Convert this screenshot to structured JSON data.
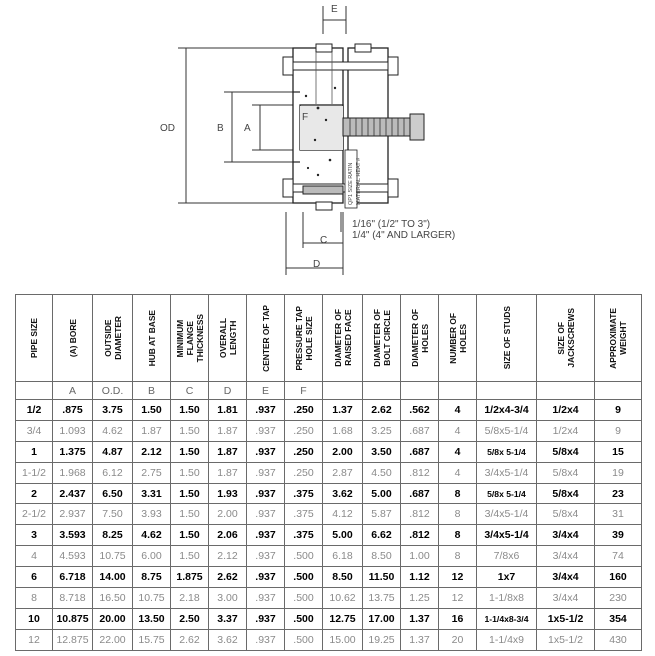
{
  "drawing": {
    "labels": {
      "e": "E",
      "od": "OD",
      "b": "B",
      "a": "A",
      "f": "F",
      "c": "C",
      "d": "D",
      "plate_text_1": "QP1 SIZE RATIN",
      "plate_text_2": "MATERIAL HEAT #",
      "note_line_1": "1/16\" (1/2\" TO 3\")",
      "note_line_2": "1/4\" (4\" AND LARGER)"
    }
  },
  "table": {
    "headers": [
      [
        "PIPE SIZE"
      ],
      [
        "(A) BORE"
      ],
      [
        "OUTSIDE",
        "DIAMETER"
      ],
      [
        "HUB AT BASE"
      ],
      [
        "MINIMUM",
        "FLANGE",
        "THICKNESS"
      ],
      [
        "OVERALL",
        "LENGTH"
      ],
      [
        "CENTER OF TAP"
      ],
      [
        "PRESSURE TAP",
        "HOLE SIZE"
      ],
      [
        "DIAMETER OF",
        "RAISED FACE"
      ],
      [
        "DIAMETER OF",
        "BOLT CIRCLE"
      ],
      [
        "DIAMETER OF",
        "HOLES"
      ],
      [
        "NUMBER OF",
        "HOLES"
      ],
      [
        "SIZE OF STUDS"
      ],
      [
        "SIZE OF",
        "JACKSCREWS"
      ],
      [
        "APPROXIMATE",
        "WEIGHT"
      ]
    ],
    "letters": [
      "",
      "A",
      "O.D.",
      "B",
      "C",
      "D",
      "E",
      "F",
      "",
      "",
      "",
      "",
      "",
      "",
      ""
    ],
    "rows": [
      [
        "1/2",
        ".875",
        "3.75",
        "1.50",
        "1.50",
        "1.81",
        ".937",
        ".250",
        "1.37",
        "2.62",
        ".562",
        "4",
        "1/2x4-3/4",
        "1/2x4",
        "9"
      ],
      [
        "3/4",
        "1.093",
        "4.62",
        "1.87",
        "1.50",
        "1.87",
        ".937",
        ".250",
        "1.68",
        "3.25",
        ".687",
        "4",
        "5/8x5-1/4",
        "1/2x4",
        "9"
      ],
      [
        "1",
        "1.375",
        "4.87",
        "2.12",
        "1.50",
        "1.87",
        ".937",
        ".250",
        "2.00",
        "3.50",
        ".687",
        "4",
        "5/8x 5-1/4",
        "5/8x4",
        "15"
      ],
      [
        "1-1/2",
        "1.968",
        "6.12",
        "2.75",
        "1.50",
        "1.87",
        ".937",
        ".250",
        "2.87",
        "4.50",
        ".812",
        "4",
        "3/4x5-1/4",
        "5/8x4",
        "19"
      ],
      [
        "2",
        "2.437",
        "6.50",
        "3.31",
        "1.50",
        "1.93",
        ".937",
        ".375",
        "3.62",
        "5.00",
        ".687",
        "8",
        "5/8x 5-1/4",
        "5/8x4",
        "23"
      ],
      [
        "2-1/2",
        "2.937",
        "7.50",
        "3.93",
        "1.50",
        "2.00",
        ".937",
        ".375",
        "4.12",
        "5.87",
        ".812",
        "8",
        "3/4x5-1/4",
        "5/8x4",
        "31"
      ],
      [
        "3",
        "3.593",
        "8.25",
        "4.62",
        "1.50",
        "2.06",
        ".937",
        ".375",
        "5.00",
        "6.62",
        ".812",
        "8",
        "3/4x5-1/4",
        "3/4x4",
        "39"
      ],
      [
        "4",
        "4.593",
        "10.75",
        "6.00",
        "1.50",
        "2.12",
        ".937",
        ".500",
        "6.18",
        "8.50",
        "1.00",
        "8",
        "7/8x6",
        "3/4x4",
        "74"
      ],
      [
        "6",
        "6.718",
        "14.00",
        "8.75",
        "1.875",
        "2.62",
        ".937",
        ".500",
        "8.50",
        "11.50",
        "1.12",
        "12",
        "1x7",
        "3/4x4",
        "160"
      ],
      [
        "8",
        "8.718",
        "16.50",
        "10.75",
        "2.18",
        "3.00",
        ".937",
        ".500",
        "10.62",
        "13.75",
        "1.25",
        "12",
        "1-1/8x8",
        "3/4x4",
        "230"
      ],
      [
        "10",
        "10.875",
        "20.00",
        "13.50",
        "2.50",
        "3.37",
        ".937",
        ".500",
        "12.75",
        "17.00",
        "1.37",
        "16",
        "1-1/4x8-3/4",
        "1x5-1/2",
        "354"
      ],
      [
        "12",
        "12.875",
        "22.00",
        "15.75",
        "2.62",
        "3.62",
        ".937",
        ".500",
        "15.00",
        "19.25",
        "1.37",
        "20",
        "1-1/4x9",
        "1x5-1/2",
        "430"
      ]
    ]
  }
}
